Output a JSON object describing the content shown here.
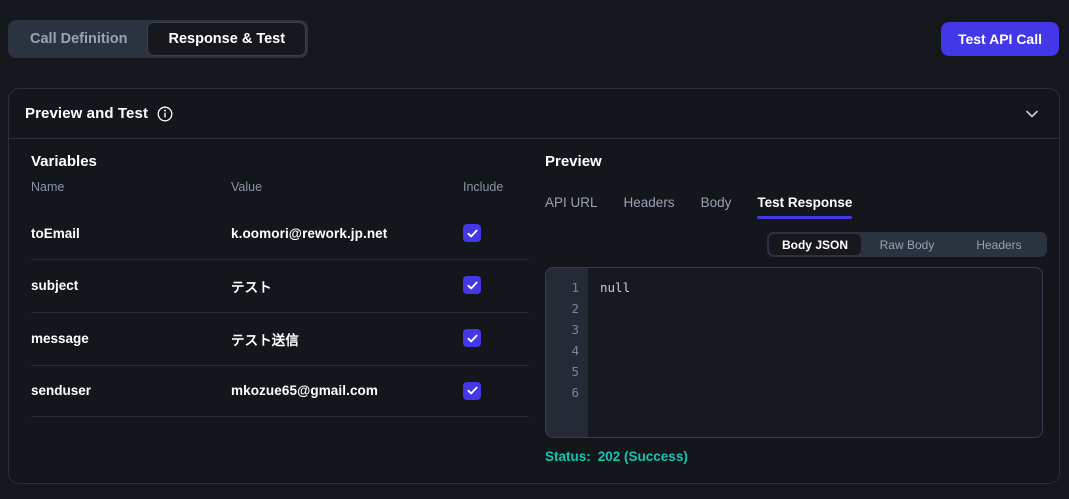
{
  "topbar": {
    "tabs": [
      {
        "label": "Call Definition",
        "active": false
      },
      {
        "label": "Response & Test",
        "active": true
      }
    ],
    "action_button": "Test API Call",
    "accent_color": "#4338e8"
  },
  "panel": {
    "title": "Preview and Test",
    "info_icon": "info-circle-icon",
    "collapse_icon": "chevron-down-icon"
  },
  "variables": {
    "heading": "Variables",
    "columns": [
      "Name",
      "Value",
      "Include"
    ],
    "rows": [
      {
        "name": "toEmail",
        "value": "k.oomori@rework.jp.net",
        "include": true
      },
      {
        "name": "subject",
        "value": "テスト",
        "include": true
      },
      {
        "name": "message",
        "value": "テスト送信",
        "include": true
      },
      {
        "name": "senduser",
        "value": "mkozue65@gmail.com",
        "include": true
      }
    ],
    "checkbox_color": "#4338e8"
  },
  "preview": {
    "heading": "Preview",
    "tabs": [
      {
        "label": "API URL",
        "active": false
      },
      {
        "label": "Headers",
        "active": false
      },
      {
        "label": "Body",
        "active": false
      },
      {
        "label": "Test Response",
        "active": true
      }
    ],
    "body_modes": [
      {
        "label": "Body JSON",
        "active": true
      },
      {
        "label": "Raw Body",
        "active": false
      },
      {
        "label": "Headers",
        "active": false
      }
    ],
    "editor": {
      "line_numbers": [
        "1",
        "2",
        "3",
        "4",
        "5",
        "6"
      ],
      "content": "null"
    },
    "status_label": "Status:",
    "status_value": "202 (Success)",
    "status_color": "#16c5b0"
  }
}
